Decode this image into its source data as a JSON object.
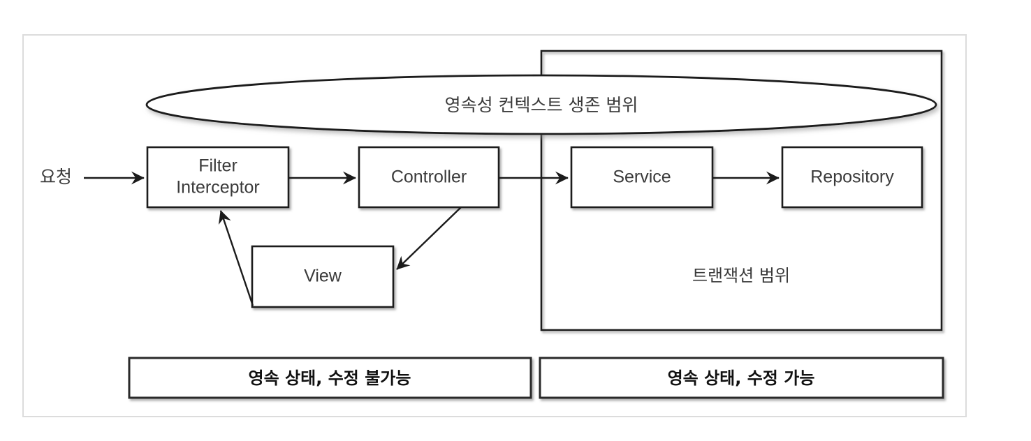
{
  "diagram": {
    "title_visible": false,
    "colors": {
      "background": "#ffffff",
      "frame_border": "#dcdcdc",
      "stroke": "#1b1b1b",
      "text": "#3a3a3a",
      "legend_text": "#111111"
    },
    "entry_label": "요청",
    "nodes": [
      {
        "id": "filter-interceptor",
        "line1": "Filter",
        "line2": "Interceptor"
      },
      {
        "id": "controller",
        "line1": "Controller",
        "line2": ""
      },
      {
        "id": "view",
        "line1": "View",
        "line2": ""
      },
      {
        "id": "service",
        "line1": "Service",
        "line2": ""
      },
      {
        "id": "repository",
        "line1": "Repository",
        "line2": ""
      }
    ],
    "scopes": {
      "persistence_context": "영속성 컨텍스트 생존 범위",
      "transaction": "트랜잭션 범위"
    },
    "legend": [
      {
        "id": "read-only",
        "label": "영속 상태, 수정 불가능"
      },
      {
        "id": "writable",
        "label": "영속 상태, 수정 가능"
      }
    ]
  }
}
